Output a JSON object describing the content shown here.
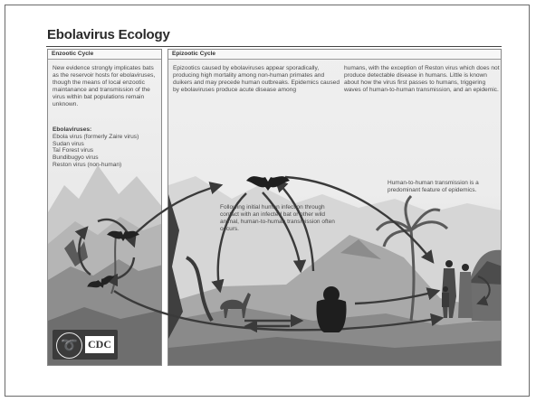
{
  "title": "Ebolavirus Ecology",
  "enzootic": {
    "header": "Enzootic Cycle",
    "text": "New evidence strongly implicates bats as the reservoir hosts for ebolaviruses, though the means of local enzootic maintanance and transmission of the virus within bat populations remain unknown.",
    "list_title": "Ebolaviruses:",
    "list": [
      "Ebola virus (formerly Zaire virus)",
      "Sudan virus",
      "Taï Forest virus",
      "Bundibugyo virus",
      "Reston virus (non-human)"
    ]
  },
  "epizootic": {
    "header": "Epizootic Cycle",
    "text_col1": "Epizootics caused by ebolaviruses appear sporadically, producing high mortality among non-human primates and duikers and may precede human outbreaks. Epidemics caused by ebolaviruses produce acute disease among",
    "text_col2": "humans, with the exception of Reston virus which does not produce detectable disease in humans. Little is known about how the virus first passes to humans, triggering waves of human-to-human transmission, and an epidemic.",
    "note_infection": "Following initial human infection through contact with an infected bat or other wild animal, human-to-human transmission often occurs.",
    "note_transmission": "Human-to-human transmission is a predominant feature of epidemics."
  },
  "logo": {
    "text": "CDC",
    "seal_icon": "hhs-eagle-icon"
  },
  "colors": {
    "dark": "#2f2f2f",
    "mid": "#7a7a7a",
    "light": "#cfcfcf"
  }
}
